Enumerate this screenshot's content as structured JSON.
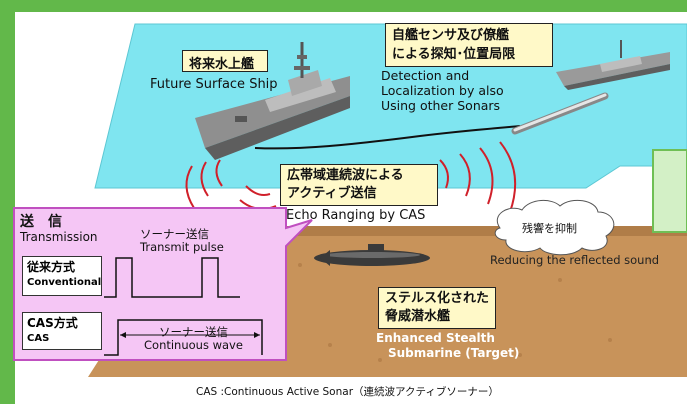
{
  "surface_ship": {
    "label_ja": "将来水上艦",
    "label_en": "Future Surface Ship"
  },
  "detection_callout": {
    "line1_ja": "自艦センサ及び僚艦",
    "line2_ja": "による探知･位置局限",
    "en_line1": "Detection and",
    "en_line2": "Localization by also",
    "en_line3": "Using other Sonars"
  },
  "active_callout": {
    "line1_ja": "広帯域連続波による",
    "line2_ja": "アクティブ送信",
    "en": "Echo Ranging by CAS"
  },
  "reverb": {
    "cloud_ja": "残響を抑制",
    "en": "Reducing the reflected sound"
  },
  "submarine": {
    "line1_ja": "ステルス化された",
    "line2_ja": "脅威潜水艦",
    "en_line1": "Enhanced Stealth",
    "en_line2": "Submarine (Target)"
  },
  "transmission_box": {
    "title_ja": "送　信",
    "title_en": "Transmission",
    "conventional_ja": "従来方式",
    "conventional_en": "Conventional",
    "pulse_ja": "ソーナー送信",
    "pulse_en": "Transmit pulse",
    "cas_ja": "CAS方式",
    "cas_en": "CAS",
    "cw_ja": "ソーナー送信",
    "cw_en": "Continuous wave"
  },
  "footnote": "CAS :Continuous Active Sonar（連続波アクティブソーナー）"
}
